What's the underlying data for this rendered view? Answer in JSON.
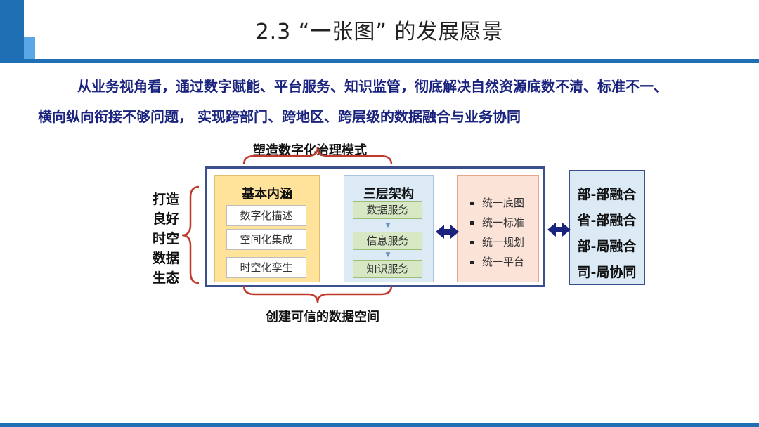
{
  "header": {
    "title": "2.3 “一张图” 的发展愿景"
  },
  "intro": {
    "line1": "从业务视角看，通过数字赋能、平台服务、知识监管，彻底解决自然资源底数不清、标准不一、",
    "line2": "横向纵向衔接不够问题， 实现跨部门、跨地区、跨层级的数据融合与业务协同"
  },
  "diagram": {
    "top_label": "塑造数字化治理模式",
    "bottom_label": "创建可信的数据空间",
    "left_label": [
      "打造",
      "良好",
      "时空",
      "数据",
      "生态"
    ],
    "basic": {
      "title": "基本内涵",
      "items": [
        "数字化描述",
        "空间化集成",
        "时空化孪生"
      ]
    },
    "three_layer": {
      "title": "三层架构",
      "items": [
        "数据服务",
        "信息服务",
        "知识服务"
      ]
    },
    "unify": {
      "items": [
        "统一底图",
        "统一标准",
        "统一规划",
        "统一平台"
      ]
    },
    "fusion": {
      "items": [
        "部-部融合",
        "省-部融合",
        "部-局融合",
        "司-局协同"
      ]
    }
  },
  "colors": {
    "accent": "#1f6fb5",
    "accent_light": "#5aa7e6",
    "intro_text": "#1a237e",
    "brace": "#c0392b",
    "arrow": "#1a237e"
  }
}
